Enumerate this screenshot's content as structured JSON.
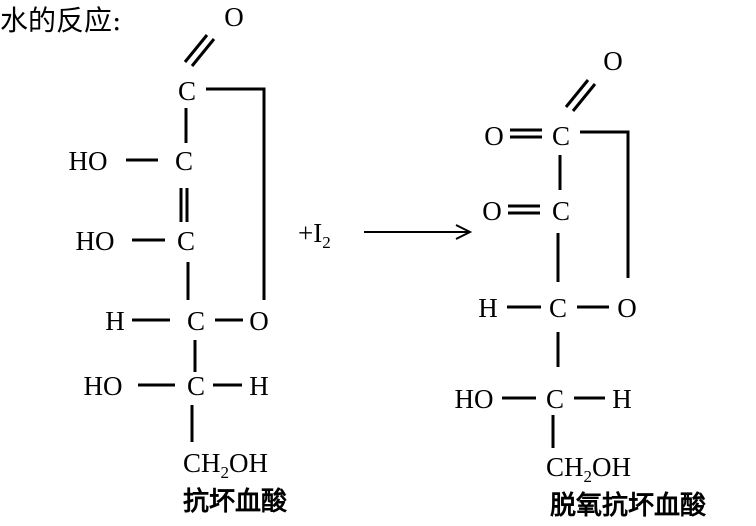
{
  "heading": "水的反应:",
  "left": {
    "name": "抗坏血酸",
    "o_top": "O",
    "c1": "C",
    "ho2": "HO",
    "c2": "C",
    "ho3": "HO",
    "c3": "C",
    "h4": "H",
    "c4": "C",
    "o_ring": "O",
    "ho5": "HO",
    "c5": "C",
    "h5": "H",
    "ch2oh": {
      "a": "CH",
      "sub": "2",
      "b": "OH"
    }
  },
  "reagent": {
    "a": "+I",
    "sub": "2"
  },
  "right": {
    "name": "脱氧抗坏血酸",
    "o_top": "O",
    "o1": "O",
    "c1": "C",
    "o2": "O",
    "c2": "C",
    "h3": "H",
    "c3": "C",
    "o_ring": "O",
    "ho4": "HO",
    "c4": "C",
    "h4": "H",
    "ch2oh": {
      "a": "CH",
      "sub": "2",
      "b": "OH"
    }
  }
}
